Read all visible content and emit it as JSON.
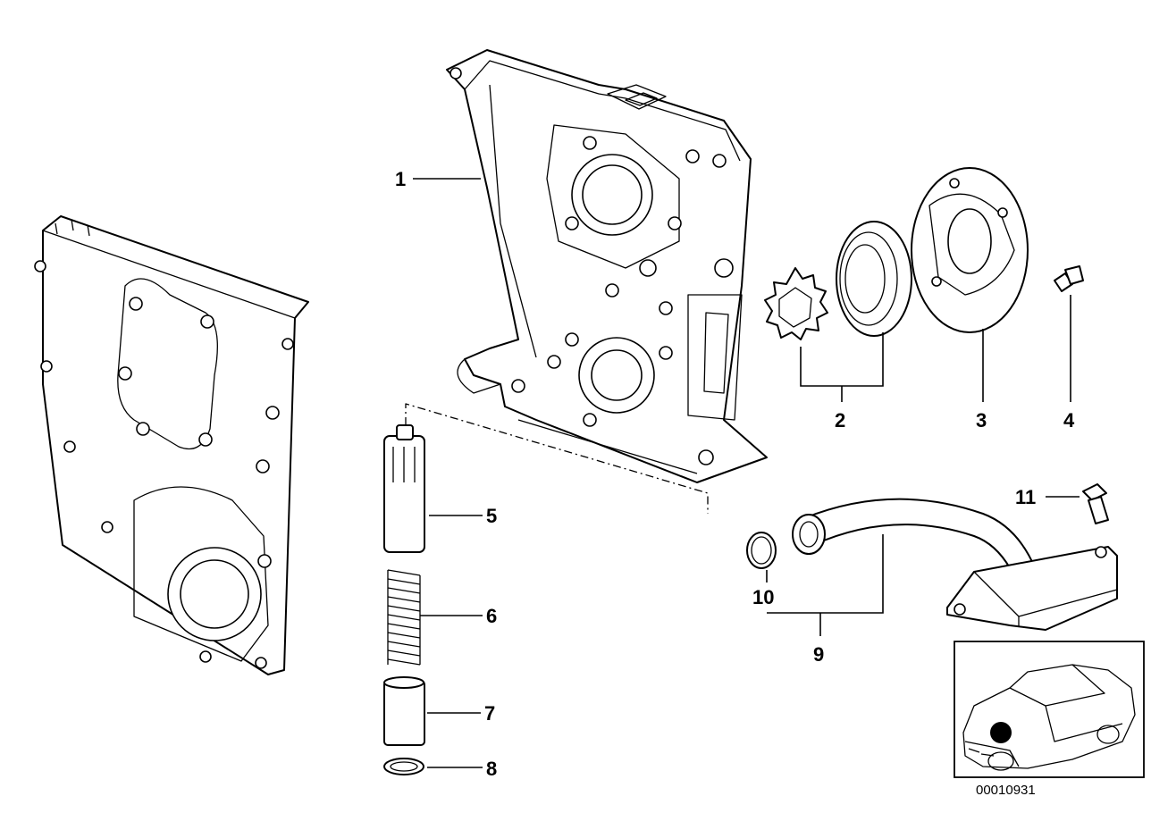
{
  "callouts": {
    "c1": "1",
    "c2": "2",
    "c3": "3",
    "c4": "4",
    "c5": "5",
    "c6": "6",
    "c7": "7",
    "c8": "8",
    "c9": "9",
    "c10": "10",
    "c11": "11"
  },
  "reference_number": "00010931",
  "locator_dot_color": "#000000"
}
